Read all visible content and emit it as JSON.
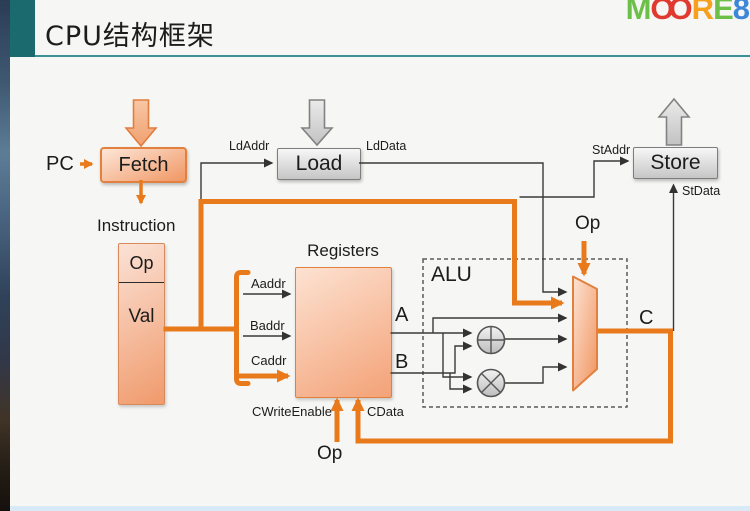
{
  "slide": {
    "title": "CPU结构框架",
    "logo": {
      "letters": [
        "M",
        "O",
        "O",
        "R",
        "E",
        "8"
      ]
    }
  },
  "blocks": {
    "fetch": "Fetch",
    "load": "Load",
    "store": "Store",
    "registers": "Registers",
    "alu": "ALU",
    "op": "Op",
    "val": "Val"
  },
  "labels": {
    "pc": "PC",
    "instruction": "Instruction",
    "ldaddr": "LdAddr",
    "lddata": "LdData",
    "staddr": "StAddr",
    "stdata": "StData",
    "aaddr": "Aaddr",
    "baddr": "Baddr",
    "caddr": "Caddr",
    "a": "A",
    "b": "B",
    "c": "C",
    "op_mux": "Op",
    "op_write": "Op",
    "cwriteenable": "CWriteEnable",
    "cdata": "CData"
  },
  "colors": {
    "accent_orange": "#e87a1b",
    "box_border_orange": "#e2813f",
    "logo_green": "#6cbf47",
    "logo_red": "#e0392f",
    "logo_orange": "#f6a11e",
    "logo_blue": "#3d86d8",
    "teal": "#1b6a6e",
    "teal_rule": "#3a9296",
    "gray_box_border": "#7d7d7d",
    "thin_line": "#3a3a3a"
  }
}
